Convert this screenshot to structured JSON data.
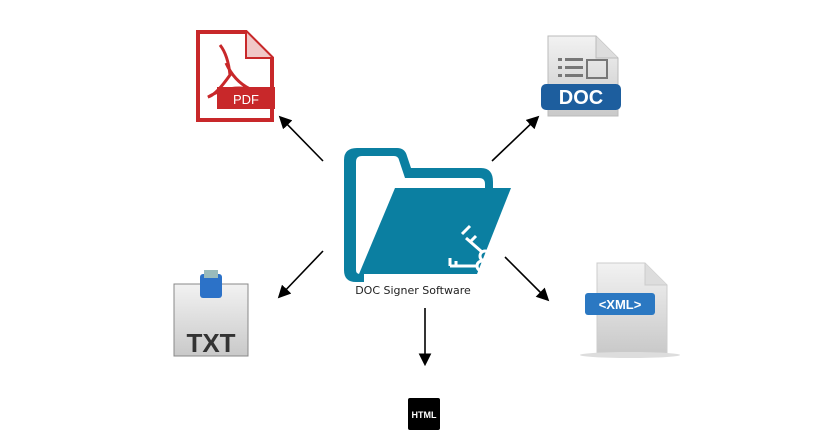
{
  "center": {
    "label": "DOC Signer Software",
    "color": "#0b7fa1"
  },
  "formats": [
    {
      "name": "pdf",
      "label": "PDF",
      "color": "#c8282a"
    },
    {
      "name": "doc",
      "label": "DOC",
      "color": "#1d5e9e"
    },
    {
      "name": "txt",
      "label": "TXT",
      "color": "#2c72c8"
    },
    {
      "name": "xml",
      "label": "<XML>",
      "color": "#2b78c2"
    },
    {
      "name": "html",
      "label": "HTML",
      "color": "#000000"
    }
  ]
}
